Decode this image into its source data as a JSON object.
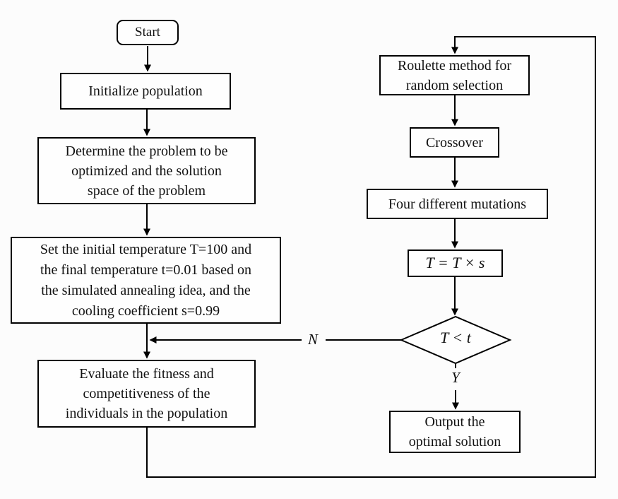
{
  "diagram": {
    "type": "flowchart",
    "nodes": {
      "start": {
        "label": "Start",
        "shape": "rounded-rect"
      },
      "initialize": {
        "label": "Initialize population",
        "shape": "rect"
      },
      "determine": {
        "label": "Determine the problem to be\noptimized and the solution\nspace of the problem",
        "shape": "rect"
      },
      "set_temperature": {
        "label": "Set the initial temperature T=100 and\nthe final temperature t=0.01 based on\nthe simulated annealing idea, and the\ncooling coefficient s=0.99",
        "shape": "rect"
      },
      "evaluate": {
        "label": "Evaluate the fitness and\ncompetitiveness of the\nindividuals in the population",
        "shape": "rect"
      },
      "roulette": {
        "label": "Roulette method for\nrandom selection",
        "shape": "rect"
      },
      "crossover": {
        "label": "Crossover",
        "shape": "rect"
      },
      "mutations": {
        "label": "Four different mutations",
        "shape": "rect"
      },
      "temperature_update": {
        "label": "T = T × s",
        "shape": "rect"
      },
      "decision": {
        "label": "T < t",
        "shape": "diamond"
      },
      "output": {
        "label": "Output the\noptimal solution",
        "shape": "rect"
      }
    },
    "branch_labels": {
      "no": "N",
      "yes": "Y"
    },
    "colors": {
      "line": "#000000",
      "box_border": "#000000",
      "box_fill": "#fefefe",
      "background": "#fcfcfc",
      "text": "#111111"
    }
  }
}
